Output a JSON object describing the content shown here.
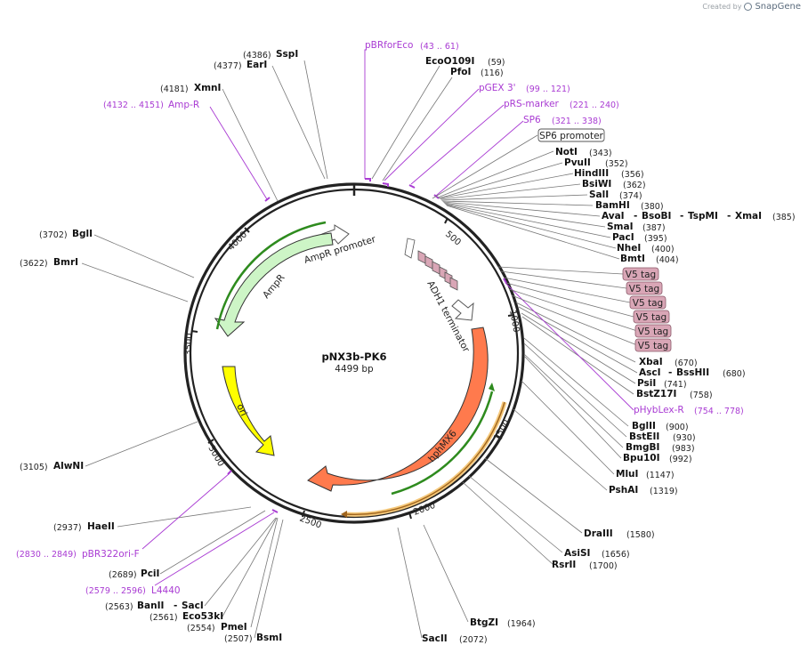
{
  "brand": {
    "created_by": "Created by",
    "name": "SnapGene"
  },
  "plasmid": {
    "name": "pNX3b-PK6",
    "length": "4499 bp"
  },
  "ticks": [
    "500",
    "1000",
    "1500",
    "2000",
    "2500",
    "3000",
    "3500",
    "4000"
  ],
  "features": [
    {
      "name": "AmpR promoter",
      "kind": "promoter"
    },
    {
      "name": "AmpR",
      "kind": "cds"
    },
    {
      "name": "ori",
      "kind": "origin"
    },
    {
      "name": "hphMX6",
      "kind": "cds"
    },
    {
      "name": "ADH1 terminator",
      "kind": "terminator"
    },
    {
      "name": "SP6 promoter",
      "kind": "promoter"
    }
  ],
  "v5_tags": [
    "V5 tag",
    "V5 tag",
    "V5 tag",
    "V5 tag",
    "V5 tag",
    "V5 tag"
  ],
  "primers": [
    {
      "name": "pBRforEco",
      "range": "(43 .. 61)"
    },
    {
      "name": "pGEX 3'",
      "range": "(99 .. 121)"
    },
    {
      "name": "pRS-marker",
      "range": "(221 .. 240)"
    },
    {
      "name": "SP6",
      "range": "(321 .. 338)"
    },
    {
      "name": "pHybLex-R",
      "range": "(754 .. 778)"
    },
    {
      "name": "pBR322ori-F",
      "range": "(2830 .. 2849)"
    },
    {
      "name": "L4440",
      "range": "(2579 .. 2596)"
    },
    {
      "name": "Amp-R",
      "range": "(4132 .. 4151)"
    }
  ],
  "enzymes": [
    {
      "name": "EcoO109I",
      "pos": "(59)"
    },
    {
      "name": "PfoI",
      "pos": "(116)"
    },
    {
      "name": "NotI",
      "pos": "(343)"
    },
    {
      "name": "PvuII",
      "pos": "(352)"
    },
    {
      "name": "HindIII",
      "pos": "(356)"
    },
    {
      "name": "BsiWI",
      "pos": "(362)"
    },
    {
      "name": "SalI",
      "pos": "(374)"
    },
    {
      "name": "BamHI",
      "pos": "(380)"
    },
    {
      "name": "AvaI",
      "pos": ""
    },
    {
      "name": "BsoBI",
      "pos": ""
    },
    {
      "name": "TspMI",
      "pos": ""
    },
    {
      "name": "XmaI",
      "pos": "(385)"
    },
    {
      "name": "SmaI",
      "pos": "(387)"
    },
    {
      "name": "PacI",
      "pos": "(395)"
    },
    {
      "name": "NheI",
      "pos": "(400)"
    },
    {
      "name": "BmtI",
      "pos": "(404)"
    },
    {
      "name": "XbaI",
      "pos": "(670)"
    },
    {
      "name": "AscI",
      "pos": ""
    },
    {
      "name": "BssHII",
      "pos": "(680)"
    },
    {
      "name": "PsiI",
      "pos": "(741)"
    },
    {
      "name": "BstZ17I",
      "pos": "(758)"
    },
    {
      "name": "BglII",
      "pos": "(900)"
    },
    {
      "name": "BstEII",
      "pos": "(930)"
    },
    {
      "name": "BmgBI",
      "pos": "(983)"
    },
    {
      "name": "Bpu10I",
      "pos": "(992)"
    },
    {
      "name": "MluI",
      "pos": "(1147)"
    },
    {
      "name": "PshAI",
      "pos": "(1319)"
    },
    {
      "name": "DraIII",
      "pos": "(1580)"
    },
    {
      "name": "AsiSI",
      "pos": "(1656)"
    },
    {
      "name": "RsrII",
      "pos": "(1700)"
    },
    {
      "name": "BtgZI",
      "pos": "(1964)"
    },
    {
      "name": "SacII",
      "pos": "(2072)"
    },
    {
      "name": "BsmI",
      "pos": "(2507)"
    },
    {
      "name": "PmeI",
      "pos": "(2554)"
    },
    {
      "name": "Eco53kI",
      "pos": "(2561)"
    },
    {
      "name": "BanII",
      "pos": "(2563)"
    },
    {
      "name": "SacI",
      "pos": ""
    },
    {
      "name": "PciI",
      "pos": "(2689)"
    },
    {
      "name": "HaeII",
      "pos": "(2937)"
    },
    {
      "name": "AlwNI",
      "pos": "(3105)"
    },
    {
      "name": "BmrI",
      "pos": "(3622)"
    },
    {
      "name": "BglI",
      "pos": "(3702)"
    },
    {
      "name": "XmnI",
      "pos": "(4181)"
    },
    {
      "name": "EarI",
      "pos": "(4377)"
    },
    {
      "name": "SspI",
      "pos": "(4386)"
    }
  ],
  "colors": {
    "backbone": "#222222",
    "primer": "#a93bd3",
    "ampr_fill": "#cdf5c6",
    "ori_fill": "#ffff00",
    "hph_fill": "#ff7a4d",
    "v5_fill": "#d9a6b6",
    "orange_band": "#f5c87a",
    "green_band": "#2e8b1e"
  }
}
